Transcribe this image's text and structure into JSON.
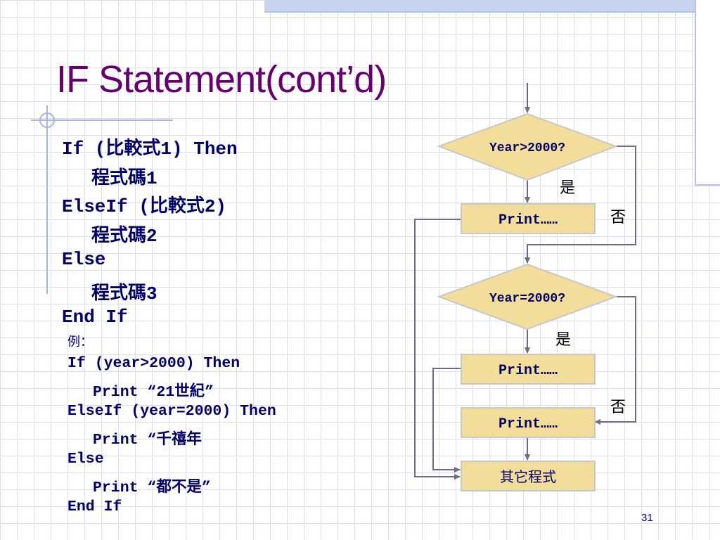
{
  "slide": {
    "title": "IF Statement(cont’d)",
    "page_number": "31"
  },
  "syntax": [
    "If (比較式1) Then",
    "程式碼1",
    "ElseIf (比較式2)",
    "程式碼2",
    "Else",
    "程式碼3",
    "End If"
  ],
  "example": {
    "label": "例：",
    "lines": [
      "If (year>2000) Then",
      "Print “21世紀”",
      "ElseIf (year=2000) Then",
      "Print “千禧年",
      "Else",
      "Print “都不是”",
      "End If"
    ]
  },
  "flowchart": {
    "decision1": "Year>2000?",
    "decision2": "Year=2000?",
    "print1": "Print……",
    "print2": "Print……",
    "print3": "Print……",
    "end_box": "其它程式",
    "yes_label_1": "是",
    "no_label_1": "否",
    "yes_label_2": "是",
    "no_label_2": "否",
    "colors": {
      "node_fill": "#f2dd9a",
      "node_stroke": "#c8c8c8",
      "arrow": "#6b6b8a"
    }
  }
}
